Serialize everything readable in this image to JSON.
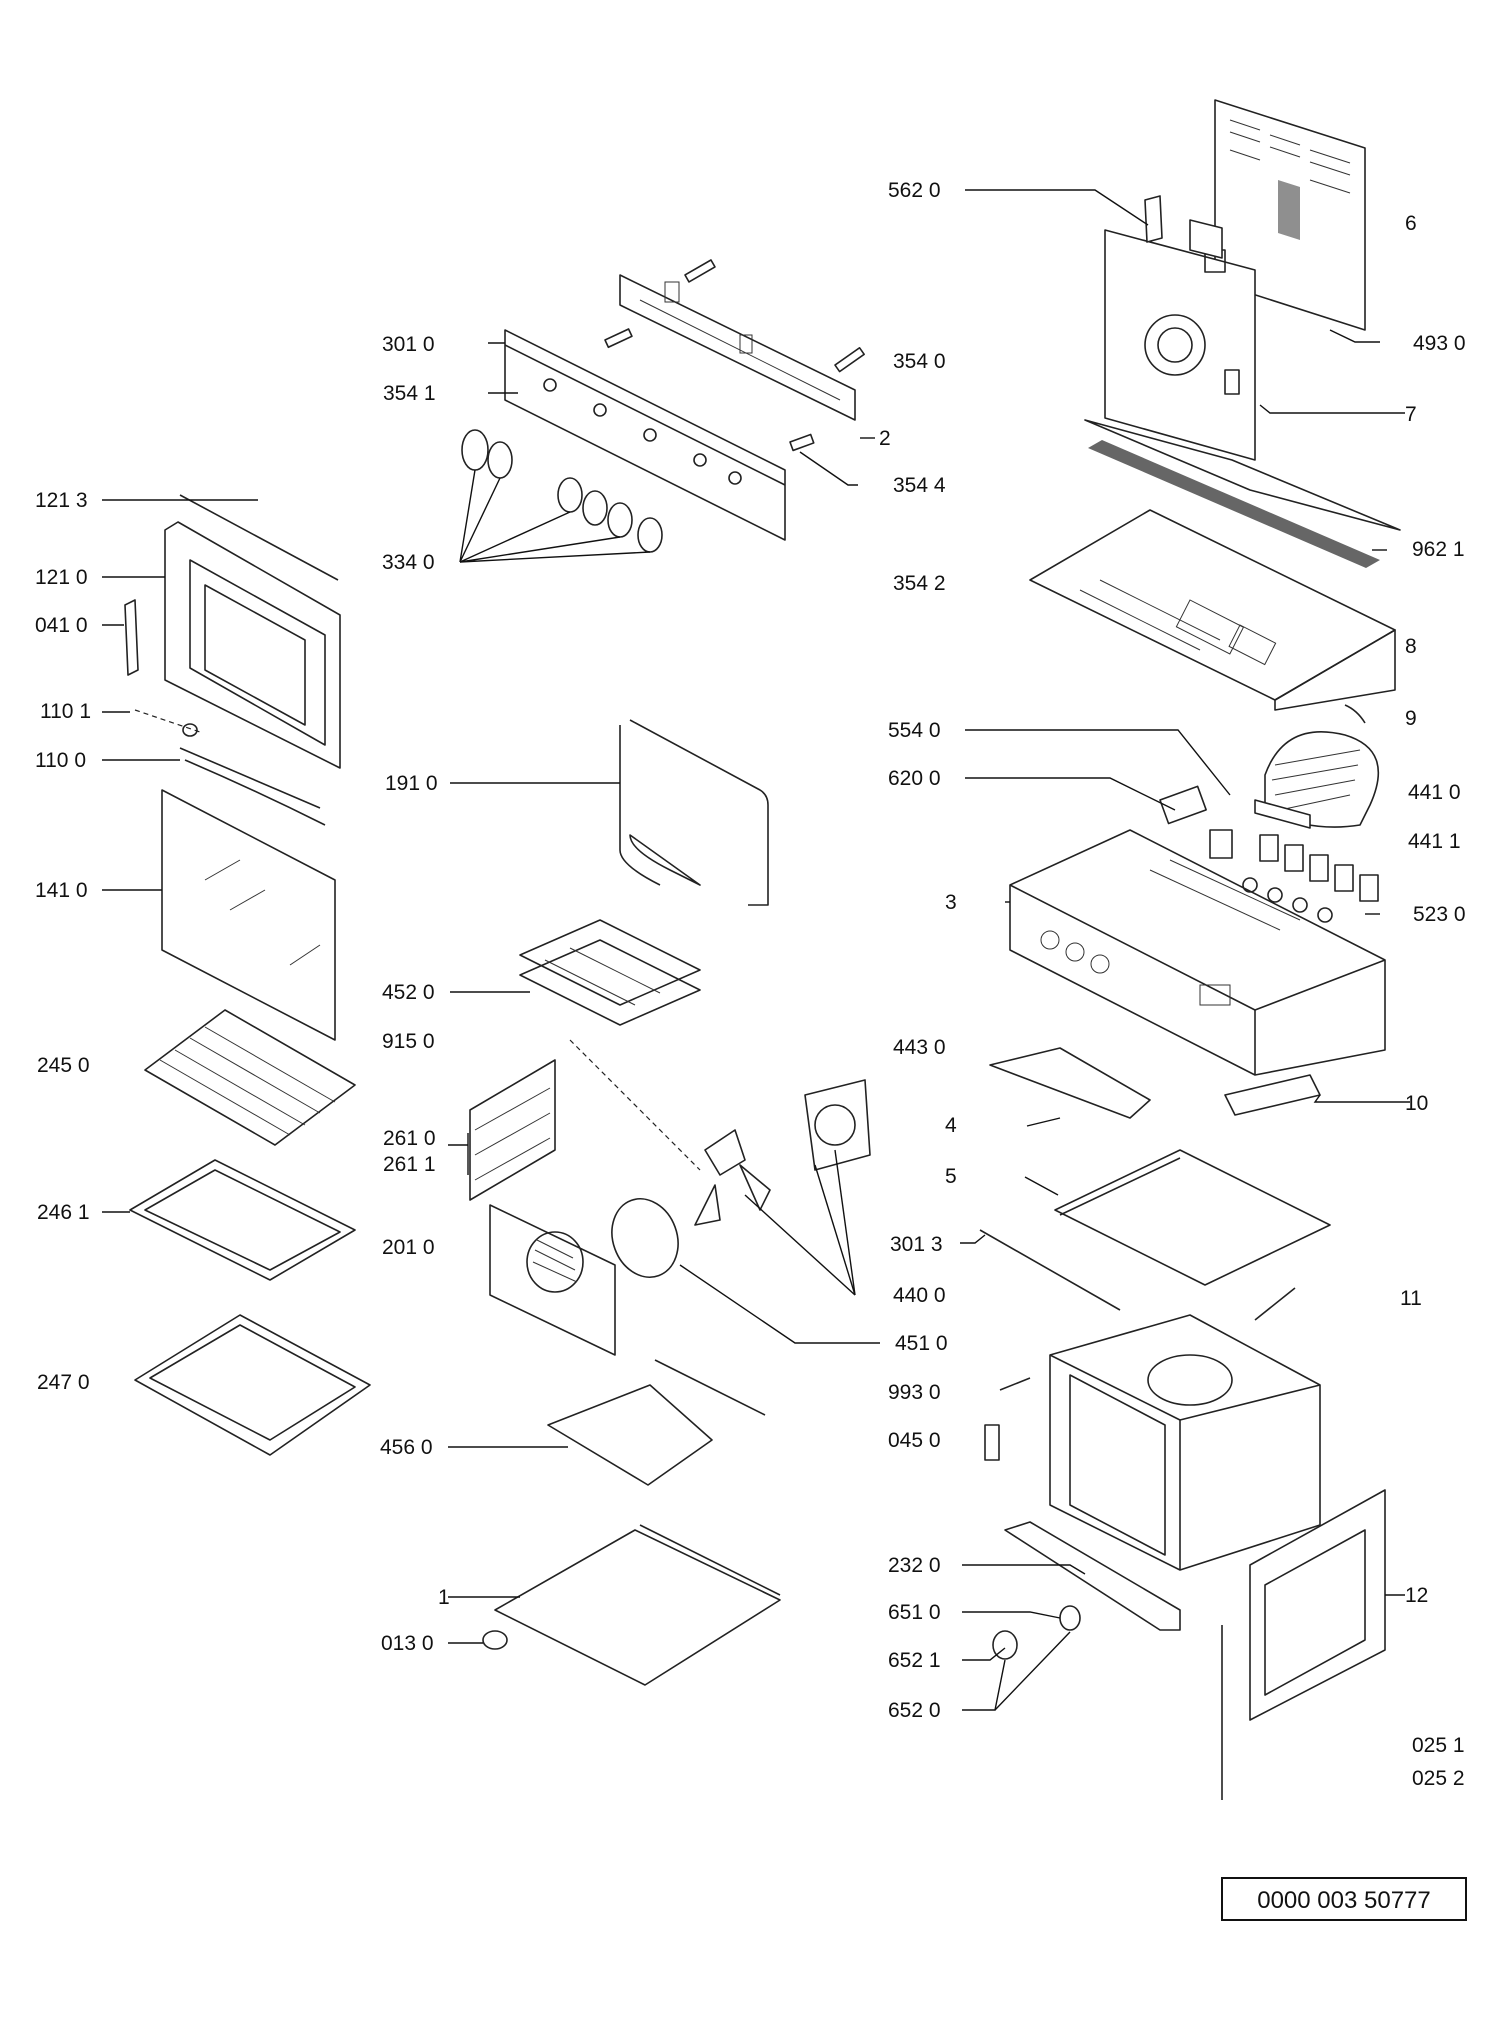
{
  "labels": [
    {
      "key": "l5620",
      "text": "562 0"
    },
    {
      "key": "l6",
      "text": "6"
    },
    {
      "key": "l4930",
      "text": "493 0"
    },
    {
      "key": "l7",
      "text": "7"
    },
    {
      "key": "l3010",
      "text": "301 0"
    },
    {
      "key": "l3540",
      "text": "354 0"
    },
    {
      "key": "l3541",
      "text": "354 1"
    },
    {
      "key": "l2",
      "text": "2"
    },
    {
      "key": "l3544",
      "text": "354 4"
    },
    {
      "key": "l1213",
      "text": "121 3"
    },
    {
      "key": "l1210",
      "text": "121 0"
    },
    {
      "key": "l0410",
      "text": "041 0"
    },
    {
      "key": "l3340",
      "text": "334 0"
    },
    {
      "key": "l3542",
      "text": "354 2"
    },
    {
      "key": "l9621",
      "text": "962 1"
    },
    {
      "key": "l8",
      "text": "8"
    },
    {
      "key": "l1101",
      "text": "110 1"
    },
    {
      "key": "l9",
      "text": "9"
    },
    {
      "key": "l1100",
      "text": "110 0"
    },
    {
      "key": "l5540",
      "text": "554 0"
    },
    {
      "key": "l1910",
      "text": "191 0"
    },
    {
      "key": "l6200",
      "text": "620 0"
    },
    {
      "key": "l4410",
      "text": "441 0"
    },
    {
      "key": "l4411",
      "text": "441 1"
    },
    {
      "key": "l1410",
      "text": "141 0"
    },
    {
      "key": "l3",
      "text": "3"
    },
    {
      "key": "l5230",
      "text": "523 0"
    },
    {
      "key": "l4520",
      "text": "452 0"
    },
    {
      "key": "l9150",
      "text": "915 0"
    },
    {
      "key": "l2450",
      "text": "245 0"
    },
    {
      "key": "l4430",
      "text": "443 0"
    },
    {
      "key": "l10",
      "text": "10"
    },
    {
      "key": "l4",
      "text": "4"
    },
    {
      "key": "l2610",
      "text": "261 0"
    },
    {
      "key": "l2611",
      "text": "261 1"
    },
    {
      "key": "l5",
      "text": "5"
    },
    {
      "key": "l2461",
      "text": "246 1"
    },
    {
      "key": "l2010",
      "text": "201 0"
    },
    {
      "key": "l3013",
      "text": "301 3"
    },
    {
      "key": "l4400",
      "text": "440 0"
    },
    {
      "key": "l11",
      "text": "11"
    },
    {
      "key": "l4510",
      "text": "451 0"
    },
    {
      "key": "l2470",
      "text": "247 0"
    },
    {
      "key": "l9930",
      "text": "993 0"
    },
    {
      "key": "l0450",
      "text": "045 0"
    },
    {
      "key": "l4560",
      "text": "456 0"
    },
    {
      "key": "l2320",
      "text": "232 0"
    },
    {
      "key": "l12",
      "text": "12"
    },
    {
      "key": "l1",
      "text": "1"
    },
    {
      "key": "l6510",
      "text": "651 0"
    },
    {
      "key": "l0130",
      "text": "013 0"
    },
    {
      "key": "l6521",
      "text": "652 1"
    },
    {
      "key": "l6520",
      "text": "652 0"
    },
    {
      "key": "l0251",
      "text": "025 1"
    },
    {
      "key": "l0252",
      "text": "025 2"
    }
  ],
  "document_number": "0000 003 50777"
}
